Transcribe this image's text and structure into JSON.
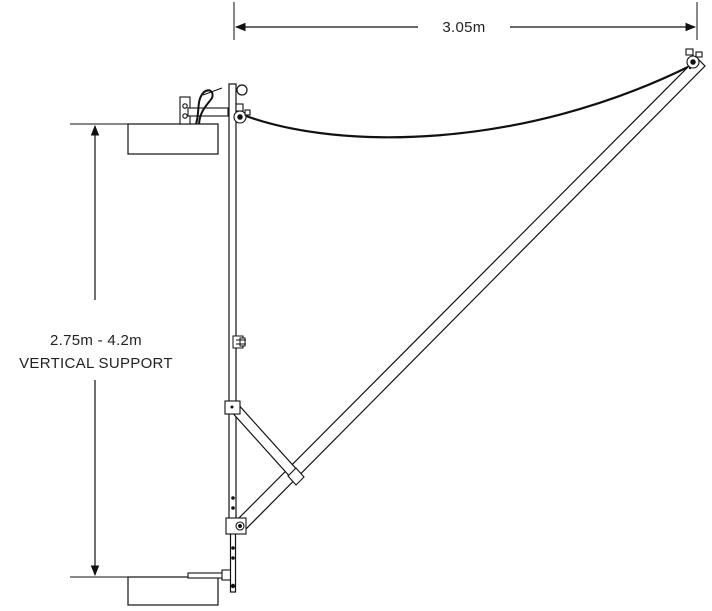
{
  "dimensions": {
    "span": "3.05m",
    "vertical_range": "2.75m - 4.2m",
    "vertical_caption": "VERTICAL SUPPORT"
  },
  "colors": {
    "line": "#111111",
    "structure_fill": "#ffffff"
  }
}
